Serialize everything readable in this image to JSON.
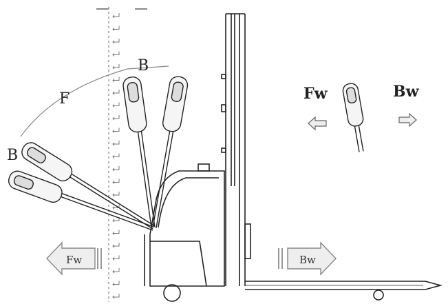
{
  "labels": {
    "b_top": "B",
    "f": "F",
    "b_left": "B",
    "fw_top": "Fw",
    "bw_top": "Bw",
    "fw_box": "Fw",
    "bw_box": "Bw"
  },
  "colors": {
    "line": "#222222",
    "dashed": "#555555",
    "arrow_fill": "#e8e8e8",
    "arrow_stroke": "#888888"
  }
}
